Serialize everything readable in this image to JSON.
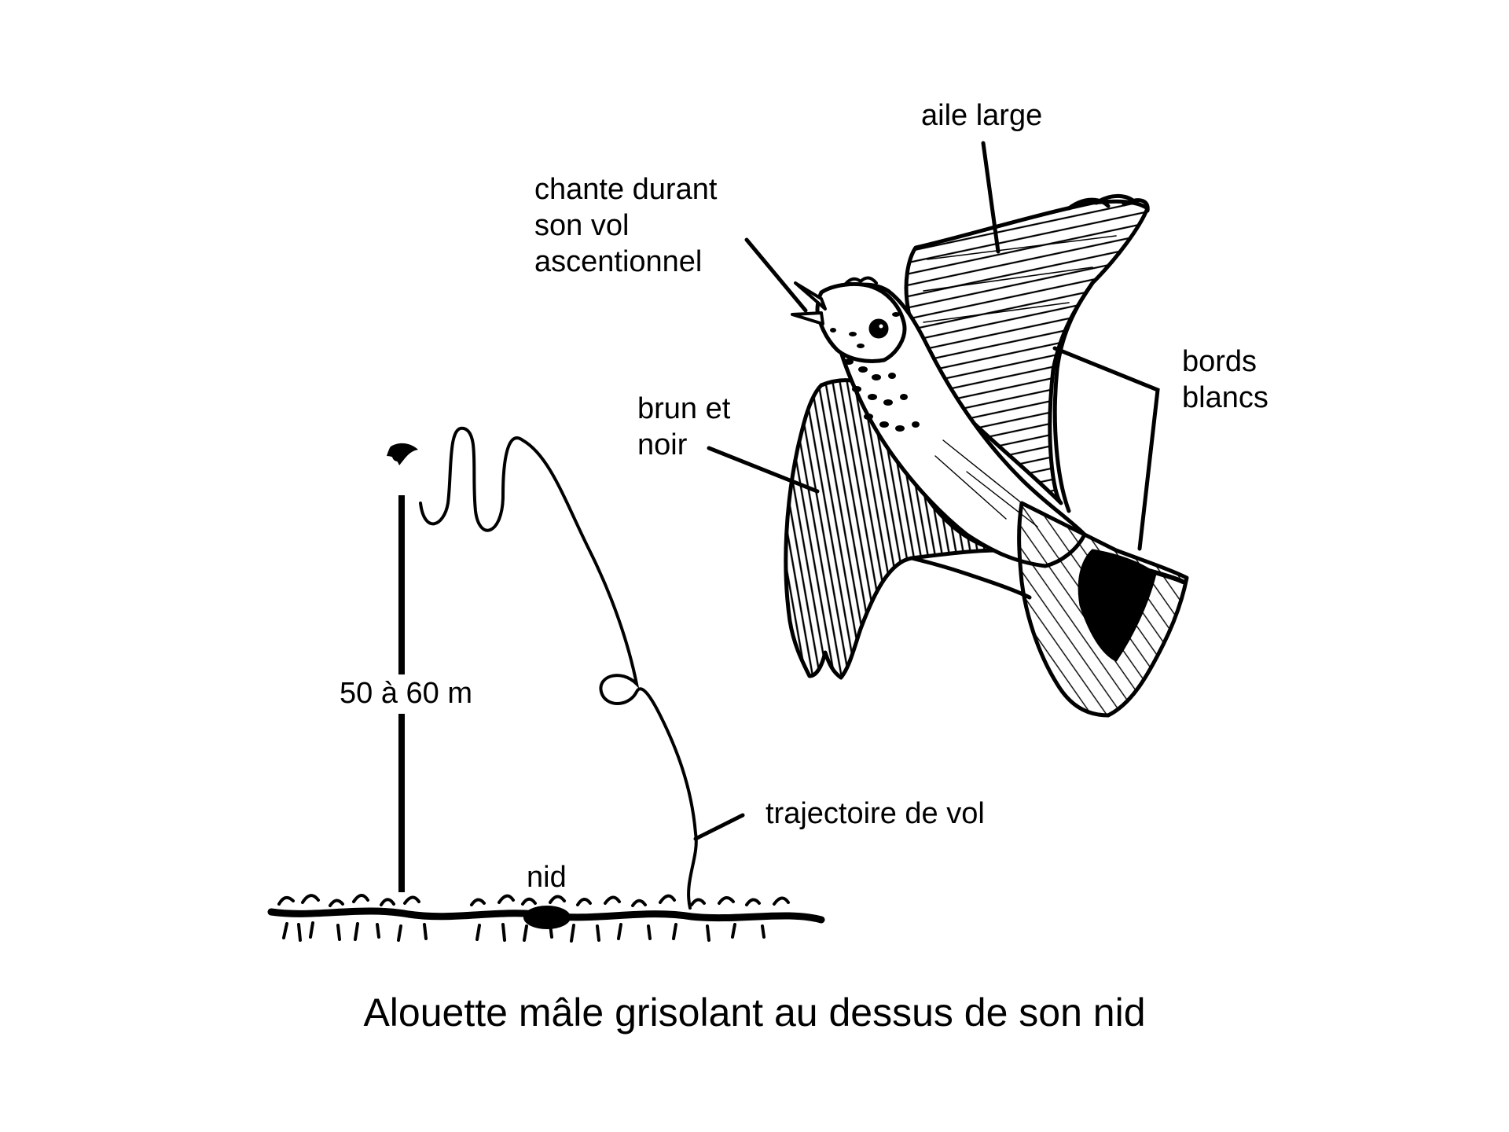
{
  "labels": {
    "wing": "aile large",
    "song_line1": "chante durant",
    "song_line2": "son vol",
    "song_line3": "ascentionnel",
    "edges_line1": "bords",
    "edges_line2": "blancs",
    "color_line1": "brun et",
    "color_line2": "noir",
    "height": "50 à 60 m",
    "trajectory": "trajectoire de vol",
    "nest": "nid"
  },
  "caption": "Alouette mâle grisolant au dessus de son nid",
  "colors": {
    "ink": "#000000",
    "paper": "#ffffff"
  }
}
